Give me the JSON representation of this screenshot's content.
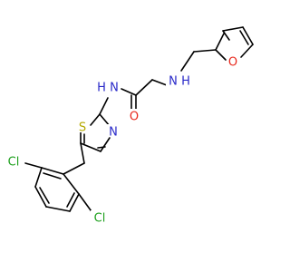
{
  "atom_labels": {
    "S": "S",
    "N_thiazole": "N",
    "N_amide": "N",
    "H_amide": "H",
    "O_carbonyl": "O",
    "N_amine": "N",
    "H_amine": "H",
    "O_furan": "O",
    "Cl_ortho": "Cl",
    "Cl_meta": "Cl"
  },
  "colors": {
    "carbon_bond": "#000000",
    "nitrogen": "#2828c8",
    "oxygen": "#e8281c",
    "sulfur": "#b4a800",
    "chlorine": "#1ea01e"
  }
}
